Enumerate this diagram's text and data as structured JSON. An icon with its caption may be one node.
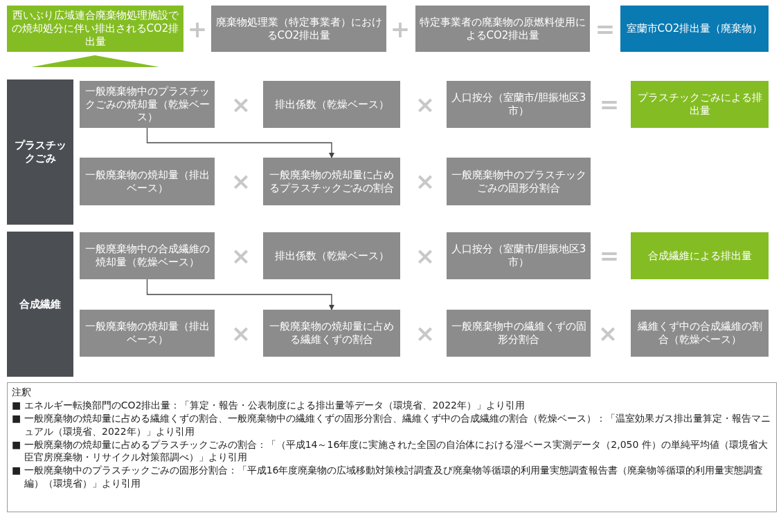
{
  "diagram": {
    "nodes": [
      {
        "text": [
          "西いぶり広域連合廃棄物処理施設での焼却処分に伴い排出されるCO2排出量"
        ]
      },
      {
        "text": [
          "廃棄物処理業（特定事業者）におけるCO2排出量"
        ]
      },
      {
        "text": [
          "特定事業者の廃棄物の原燃料使用によるCO2排出量"
        ]
      },
      {
        "text": [
          "室蘭市CO2排出量（廃棄物）"
        ]
      },
      {
        "text": [
          "プラスチックごみ"
        ]
      },
      {
        "text": [
          "一般廃棄物中のプラスチックごみの焼却量（乾燥ベース）"
        ]
      },
      {
        "text": [
          "排出係数（乾燥ベース）"
        ]
      },
      {
        "text": [
          "人口按分（室蘭市/胆振地区3市）"
        ]
      },
      {
        "text": [
          "プラスチックごみによる排出量"
        ]
      },
      {
        "text": [
          "一般廃棄物の焼却量（排出ベース）"
        ]
      },
      {
        "text": [
          "一般廃棄物の焼却量に占めるプラスチックごみの割合"
        ]
      },
      {
        "text": [
          "一般廃棄物中のプラスチックごみの固形分割合"
        ]
      },
      {
        "text": [
          "合成繊維"
        ]
      },
      {
        "text": [
          "一般廃棄物中の合成繊維の焼却量（乾燥ベース）"
        ]
      },
      {
        "text": [
          "排出係数（乾燥ベース）"
        ]
      },
      {
        "text": [
          "人口按分（室蘭市/胆振地区3市）"
        ]
      },
      {
        "text": [
          "合成繊維による排出量"
        ]
      },
      {
        "text": [
          "一般廃棄物の焼却量（排出ベース）"
        ]
      },
      {
        "text": [
          "一般廃棄物の焼却量に占める繊維くずの割合"
        ]
      },
      {
        "text": [
          "一般廃棄物中の繊維くずの固形分割合"
        ]
      },
      {
        "text": [
          "繊維くず中の合成繊維の割合（乾燥ベース）"
        ]
      }
    ],
    "edges": [
      {
        "from": 5,
        "to": 10,
        "arrow": "to"
      },
      {
        "from": 13,
        "to": 18,
        "arrow": "to"
      }
    ],
    "labels": [
      "+",
      "+",
      "=",
      "×",
      "×",
      "=",
      "×",
      "×",
      "×",
      "×",
      "=",
      "×",
      "×",
      "×",
      "注釈",
      "■ エネルギー転換部門のCO2排出量：「算定・報告・公表制度による排出量等データ（環境省、2022年）」より引用",
      "■ 一般廃棄物の焼却量に占める繊維くずの割合、一般廃棄物中の繊維くずの固形分割合、繊維くず中の合成繊維の割合（乾燥ベース）：「温室効果ガス排出量算定・報告マニュアル（環境省、2022年）」より引用",
      "■ 一般廃棄物の焼却量に占めるプラスチックごみの割合：「（平成14～16年度に実施された全国の自治体における湿ベース実測データ（2,050 件）の単純平均値（環境省大臣官房廃棄物・リサイクル対策部調べ）」より引用",
      "■ 一般廃棄物中のプラスチックごみの固形分割合：「平成16年度廃棄物の広域移動対策検討調査及び廃棄物等循環的利用量実態調査報告書（廃棄物等循環的利用量実態調査編）（環境省）」より引用"
    ]
  }
}
